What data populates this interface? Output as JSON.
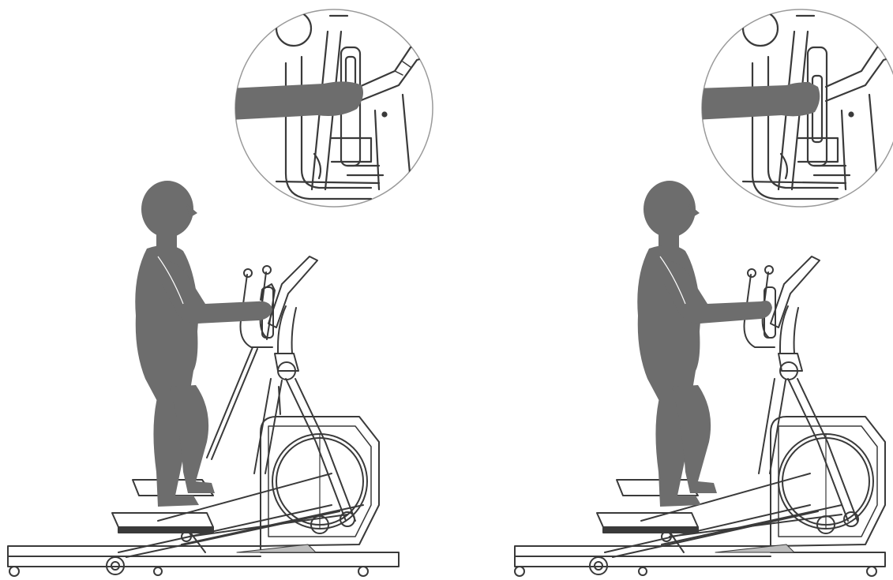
{
  "figure": {
    "panels": [
      {
        "id": "left",
        "hand_grip": "moving-handlebar"
      },
      {
        "id": "right",
        "hand_grip": "stationary-pulse-handlebar"
      }
    ],
    "colors": {
      "silhouette": "#6d6d6d",
      "line": "#3a3a3a",
      "light_line": "#9a9a9a",
      "background": "#ffffff"
    }
  }
}
